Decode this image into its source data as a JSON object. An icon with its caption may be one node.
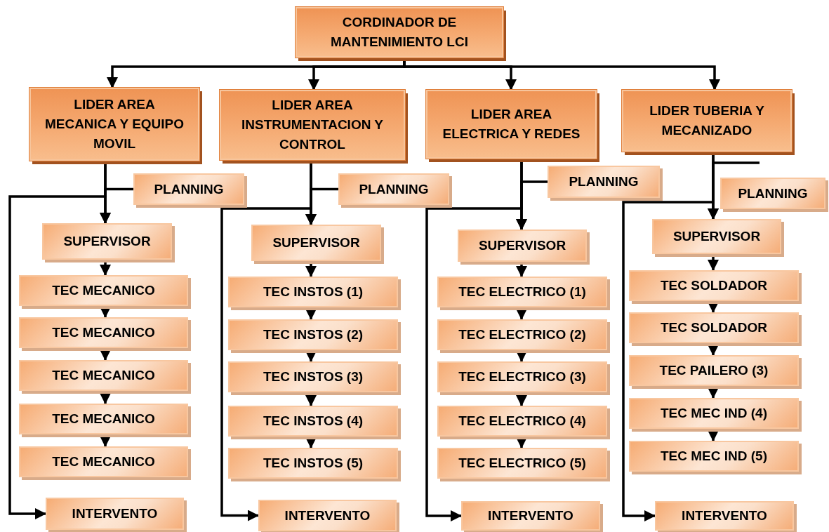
{
  "diagram": {
    "nodes": [
      {
        "text": [
          "CORDINADOR DE MANTENIMIENTO LCI"
        ]
      },
      {
        "text": [
          "LIDER AREA MECANICA Y EQUIPO MOVIL"
        ]
      },
      {
        "text": [
          "LIDER AREA INSTRUMENTACION Y CONTROL"
        ]
      },
      {
        "text": [
          "LIDER AREA ELECTRICA Y REDES"
        ]
      },
      {
        "text": [
          "LIDER TUBERIA Y MECANIZADO"
        ]
      },
      {
        "text": [
          "PLANNING"
        ]
      },
      {
        "text": [
          "SUPERVISOR"
        ]
      },
      {
        "text": [
          "TEC MECANICO"
        ]
      },
      {
        "text": [
          "TEC MECANICO"
        ]
      },
      {
        "text": [
          "TEC MECANICO"
        ]
      },
      {
        "text": [
          "TEC MECANICO"
        ]
      },
      {
        "text": [
          "TEC MECANICO"
        ]
      },
      {
        "text": [
          "INTERVENTO"
        ]
      },
      {
        "text": [
          "PLANNING"
        ]
      },
      {
        "text": [
          "SUPERVISOR"
        ]
      },
      {
        "text": [
          "TEC INSTOS (1)"
        ]
      },
      {
        "text": [
          "TEC INSTOS (2)"
        ]
      },
      {
        "text": [
          "TEC INSTOS (3)"
        ]
      },
      {
        "text": [
          "TEC INSTOS (4)"
        ]
      },
      {
        "text": [
          "TEC INSTOS (5)"
        ]
      },
      {
        "text": [
          "INTERVENTO"
        ]
      },
      {
        "text": [
          "PLANNING"
        ]
      },
      {
        "text": [
          "SUPERVISOR"
        ]
      },
      {
        "text": [
          "TEC ELECTRICO (1)"
        ]
      },
      {
        "text": [
          "TEC ELECTRICO (2)"
        ]
      },
      {
        "text": [
          "TEC ELECTRICO (3)"
        ]
      },
      {
        "text": [
          "TEC ELECTRICO (4)"
        ]
      },
      {
        "text": [
          "TEC ELECTRICO (5)"
        ]
      },
      {
        "text": [
          "INTERVENTO"
        ]
      },
      {
        "text": [
          "PLANNING"
        ]
      },
      {
        "text": [
          "SUPERVISOR"
        ]
      },
      {
        "text": [
          "TEC SOLDADOR"
        ]
      },
      {
        "text": [
          "TEC SOLDADOR"
        ]
      },
      {
        "text": [
          "TEC PAILERO (3)"
        ]
      },
      {
        "text": [
          "TEC MEC IND (4)"
        ]
      },
      {
        "text": [
          "TEC MEC IND (5)"
        ]
      },
      {
        "text": [
          "INTERVENTO"
        ]
      }
    ],
    "edges": [
      {
        "from": 0,
        "to": 1,
        "arrow": "to"
      },
      {
        "from": 0,
        "to": 2,
        "arrow": "to"
      },
      {
        "from": 0,
        "to": 3,
        "arrow": "to"
      },
      {
        "from": 0,
        "to": 4,
        "arrow": "to"
      },
      {
        "from": 1,
        "to": 6,
        "arrow": "to"
      },
      {
        "from": 5,
        "to": 6,
        "arrow": "to"
      },
      {
        "from": 6,
        "to": 7,
        "arrow": "to"
      },
      {
        "from": 7,
        "to": 8,
        "arrow": "to"
      },
      {
        "from": 8,
        "to": 9,
        "arrow": "to"
      },
      {
        "from": 9,
        "to": 10,
        "arrow": "to"
      },
      {
        "from": 10,
        "to": 11,
        "arrow": "to"
      },
      {
        "from": 1,
        "to": 12,
        "arrow": "to"
      },
      {
        "from": 2,
        "to": 14,
        "arrow": "to"
      },
      {
        "from": 13,
        "to": 14,
        "arrow": "to"
      },
      {
        "from": 14,
        "to": 15,
        "arrow": "to"
      },
      {
        "from": 15,
        "to": 16,
        "arrow": "to"
      },
      {
        "from": 16,
        "to": 17,
        "arrow": "to"
      },
      {
        "from": 17,
        "to": 18,
        "arrow": "to"
      },
      {
        "from": 18,
        "to": 19,
        "arrow": "to"
      },
      {
        "from": 2,
        "to": 20,
        "arrow": "to"
      },
      {
        "from": 3,
        "to": 22,
        "arrow": "to"
      },
      {
        "from": 21,
        "to": 22,
        "arrow": "to"
      },
      {
        "from": 22,
        "to": 23,
        "arrow": "to"
      },
      {
        "from": 23,
        "to": 24,
        "arrow": "to"
      },
      {
        "from": 24,
        "to": 25,
        "arrow": "to"
      },
      {
        "from": 25,
        "to": 26,
        "arrow": "to"
      },
      {
        "from": 26,
        "to": 27,
        "arrow": "to"
      },
      {
        "from": 3,
        "to": 28,
        "arrow": "to"
      },
      {
        "from": 4,
        "to": 30,
        "arrow": "to"
      },
      {
        "from": null,
        "to": 30,
        "arrow": "to"
      },
      {
        "from": 30,
        "to": 31,
        "arrow": "to"
      },
      {
        "from": 31,
        "to": 32,
        "arrow": "to"
      },
      {
        "from": 32,
        "to": 33,
        "arrow": "to"
      },
      {
        "from": 33,
        "to": 34,
        "arrow": "to"
      },
      {
        "from": 34,
        "to": 35,
        "arrow": "to"
      },
      {
        "from": 4,
        "to": 36,
        "arrow": "to"
      }
    ]
  }
}
